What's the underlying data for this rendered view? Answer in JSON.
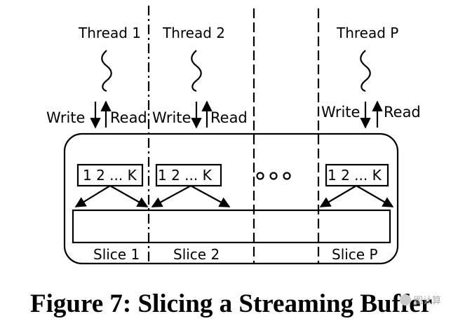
{
  "threads": [
    {
      "label": "Thread 1",
      "write": "Write",
      "read": "Read",
      "queue": "1  2  ... K",
      "slice": "Slice 1"
    },
    {
      "label": "Thread 2",
      "write": "Write",
      "read": "Read",
      "queue": "1  2  ... K",
      "slice": "Slice 2"
    },
    {
      "label": "Thread P",
      "write": "Write",
      "read": "Read",
      "queue": "1  2  ... K",
      "slice": "Slice P"
    }
  ],
  "ellipsis": "ooo",
  "caption": "Figure 7: Slicing a Streaming Buffer",
  "watermark": "图计算"
}
